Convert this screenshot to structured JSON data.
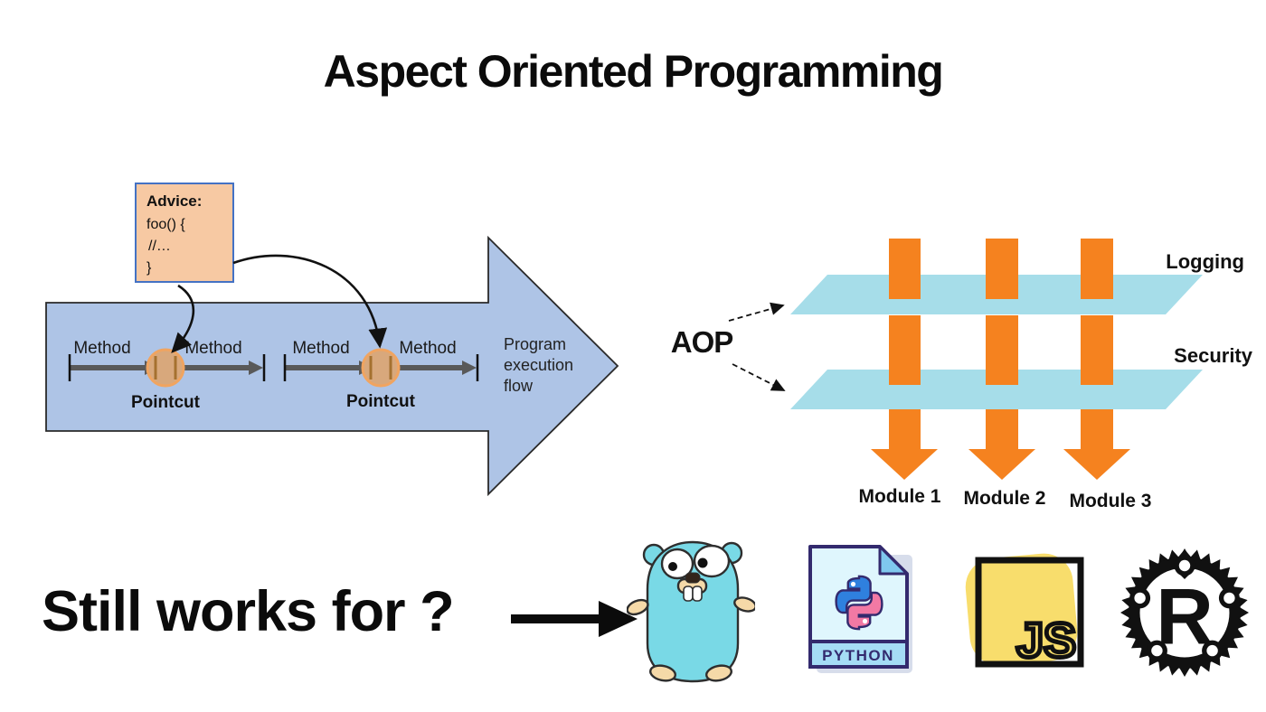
{
  "title": "Aspect Oriented Programming",
  "left_diagram": {
    "advice_box": {
      "heading": "Advice:",
      "code_line1": "foo() {",
      "code_line2": " //…",
      "code_line3": "}"
    },
    "method_labels": [
      "Method",
      "Method",
      "Method",
      "Method"
    ],
    "pointcut_labels": [
      "Pointcut",
      "Pointcut"
    ],
    "flow_label": {
      "line1": "Program",
      "line2": "execution",
      "line3": "flow"
    }
  },
  "right_diagram": {
    "aop_label": "AOP",
    "aspect_labels": [
      "Logging",
      "Security"
    ],
    "module_labels": [
      "Module 1",
      "Module 2",
      "Module 3"
    ]
  },
  "bottom": {
    "question": "Still works for ?",
    "languages": [
      {
        "name": "Go",
        "icon": "go-gopher-icon"
      },
      {
        "name": "Python",
        "icon": "python-file-icon",
        "file_label": "PYTHON"
      },
      {
        "name": "JavaScript",
        "icon": "javascript-logo-icon",
        "logo_text": "JS"
      },
      {
        "name": "Rust",
        "icon": "rust-gear-logo-icon",
        "logo_letter": "R"
      }
    ]
  },
  "colors": {
    "flow_arrow_blue": "#AEC4E6",
    "advice_peach": "#F7C9A3",
    "advice_border_blue": "#4472C4",
    "pointcut_tan": "#D8A87C",
    "pointcut_ring_orange": "#F0A460",
    "method_line_gray": "#595959",
    "aspect_plane_cyan": "#A6DDE9",
    "module_bar_orange": "#F5821F",
    "gopher_cyan": "#79D9E6",
    "python_navy": "#332A6E",
    "python_blue": "#2F80DE",
    "python_pink": "#F279A4",
    "js_yellow": "#F8DD6C"
  }
}
